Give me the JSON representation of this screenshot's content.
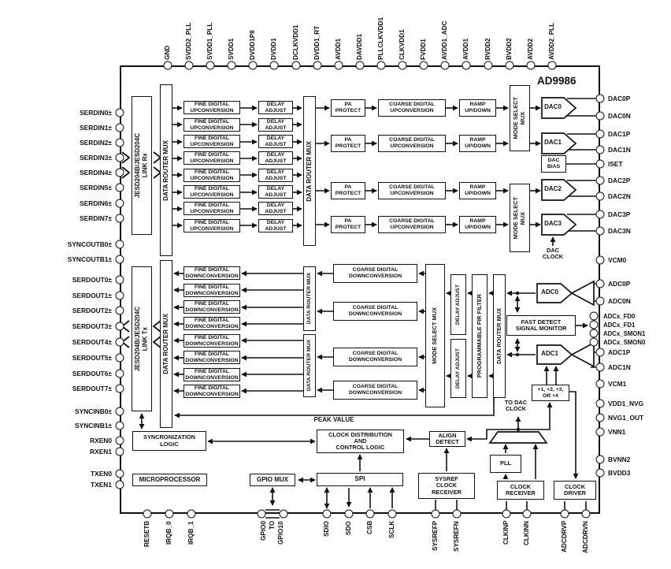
{
  "chip": {
    "name": "AD9986"
  },
  "pins": {
    "top": [
      "GND",
      "SVDD2_PLL",
      "SVDD1_PLL",
      "SVDD1",
      "DVDD1P8",
      "DVDD1",
      "DCLKVDD1",
      "DVDD1_RT",
      "AVDD1",
      "DAVDD1",
      "PLLCLKVDD1",
      "CLKVDD1",
      "FVDD1",
      "AVDD1_ADC",
      "AVDD1",
      "RVDD2",
      "BVDD2",
      "AVDD2",
      "AVDD2_PLL"
    ],
    "left": [
      "SERDIN0±",
      "SERDIN1±",
      "SERDIN2±",
      "SERDIN3±",
      "SERDIN4±",
      "SERDIN5±",
      "SERDIN6±",
      "SERDIN7±",
      "SYNCOUTB0±",
      "SYNCOUTB1±",
      "SERDOUT0±",
      "SERDOUT1±",
      "SERDOUT2±",
      "SERDOUT3±",
      "SERDOUT4±",
      "SERDOUT5±",
      "SERDOUT6±",
      "SERDOUT7±",
      "SYNCINB0±",
      "SYNCINB1±",
      "RXEN0",
      "RXEN1",
      "TXEN0",
      "TXEN1"
    ],
    "right": [
      "DAC0P",
      "DAC0N",
      "DAC1P",
      "DAC1N",
      "ISET",
      "DAC2P",
      "DAC2N",
      "DAC3P",
      "DAC3N",
      "VCM0",
      "ADC0P",
      "ADC0N",
      "ADCx_FD0",
      "ADCx_FD1",
      "ADCx_SMON1",
      "ADCx_SMON0",
      "ADC1P",
      "ADC1N",
      "VCM1",
      "VDD1_NVG",
      "NVG1_OUT",
      "VNN1",
      "BVNN2",
      "BVDD3"
    ],
    "bottom": [
      "RESETB",
      "IRQB_0",
      "IRQB_1",
      "GPIO0\nTO\nGPIO10",
      "SDIO",
      "SDO",
      "CSB",
      "SCLK",
      "SYSREFP",
      "SYSREFN",
      "CLKINP",
      "CLKINN",
      "ADCDRVP",
      "ADCDRVN"
    ]
  },
  "blocks": {
    "jesd_rx": "JESD204B/JESD204C\nLINK Rx",
    "jesd_tx": "JESD204B/JESD204C\nLINK Tx",
    "data_router_mux": "DATA ROUTER MUX",
    "fine_up": "FINE DIGITAL\nUPCONVERSION",
    "delay_adjust": "DELAY\nADJUST",
    "pa_protect": "PA\nPROTECT",
    "coarse_up": "COARSE DIGITAL\nUPCONVERSION",
    "ramp": "RAMP\nUP/DOWN",
    "mode_select_mux": "MODE SELECT\nMUX",
    "mode_select_mux_rx": "MODE SELECT MUX",
    "dac0": "DAC0",
    "dac1": "DAC1",
    "dac2": "DAC2",
    "dac3": "DAC3",
    "dac_bias": "DAC\nBIAS",
    "dac_clock": "DAC\nCLOCK",
    "fine_down": "FINE DIGITAL\nDOWNCONVERSION",
    "coarse_down": "COARSE DIGITAL\nDOWNCONVERSION",
    "delay_adjust_v": "DELAY ADJUST",
    "fir": "PROGRAMMABLE FIR FILTER",
    "adc0": "ADC0",
    "adc1": "ADC1",
    "fast_detect": "FAST DETECT\nSIGNAL MONITOR",
    "divider": "+1, +2, +3,\nOR +4",
    "to_dac_clock": "TO DAC\nCLOCK",
    "peak_value": "PEAK VALUE",
    "sync_logic": "SYNCRONIZATION\nLOGIC",
    "microprocessor": "MICROPROCESSOR",
    "gpio_mux": "GPIO MUX",
    "spi": "SPI",
    "clock_dist": "CLOCK DISTRIBUTION\nAND\nCONTROL LOGIC",
    "align_detect": "ALIGN\nDETECT",
    "sysref_rx": "SYSREF\nCLOCK\nRECEIVER",
    "pll": "PLL",
    "clock_receiver": "CLOCK\nRECEIVER",
    "clock_driver": "CLOCK\nDRIVER"
  }
}
